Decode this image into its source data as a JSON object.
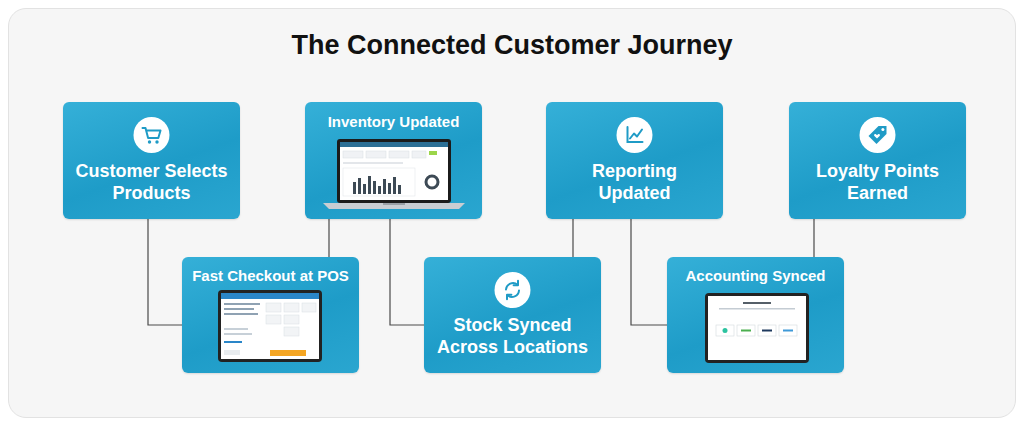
{
  "diagram": {
    "title": "The Connected Customer Journey",
    "nodes": [
      {
        "text": [
          "Customer Selects Products"
        ]
      },
      {
        "text": [
          "Fast Checkout at POS"
        ]
      },
      {
        "text": [
          "Inventory Updated"
        ]
      },
      {
        "text": [
          "Stock Synced Across Locations"
        ]
      },
      {
        "text": [
          "Reporting Updated"
        ]
      },
      {
        "text": [
          "Accounting Synced"
        ]
      },
      {
        "text": [
          "Loyalty Points Earned"
        ]
      }
    ],
    "edges": [
      {
        "from": 0,
        "to": 1,
        "arrow": "none"
      },
      {
        "from": 1,
        "to": 2,
        "arrow": "none"
      },
      {
        "from": 2,
        "to": 3,
        "arrow": "none"
      },
      {
        "from": 3,
        "to": 4,
        "arrow": "none"
      },
      {
        "from": 4,
        "to": 5,
        "arrow": "none"
      },
      {
        "from": 5,
        "to": 6,
        "arrow": "none"
      }
    ]
  }
}
